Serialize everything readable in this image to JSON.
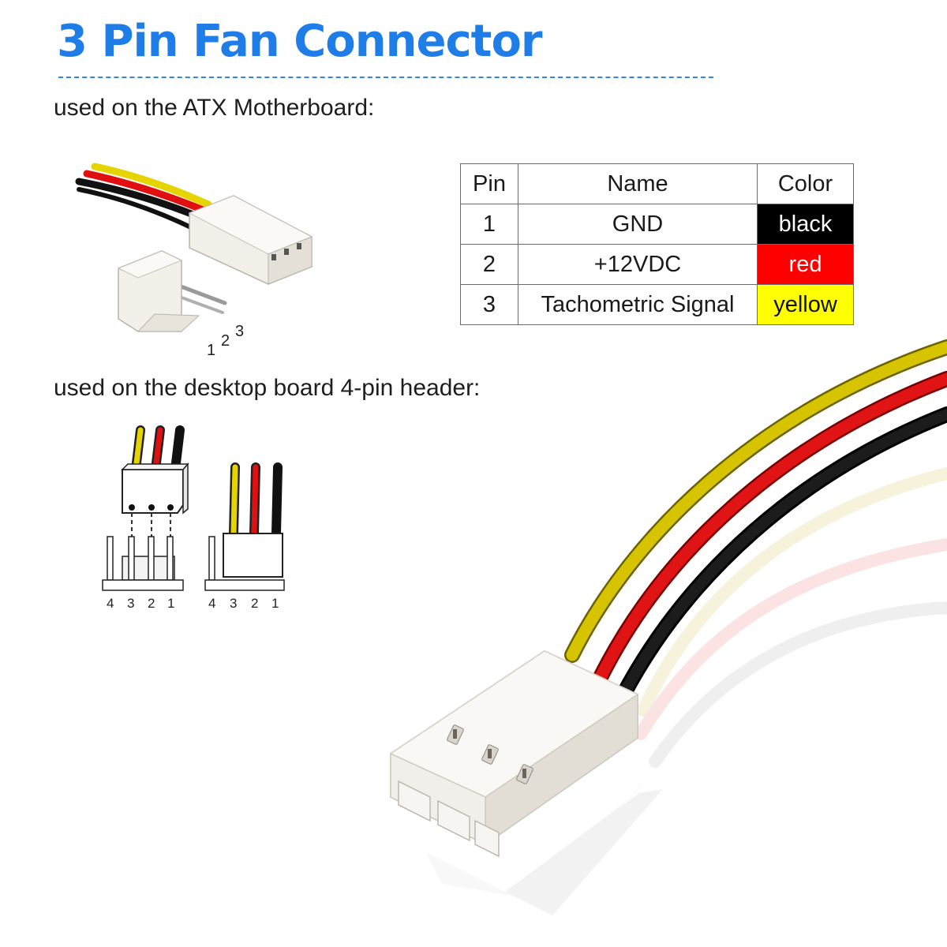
{
  "title": "3 Pin Fan Connector",
  "subhead_atx": "used on the ATX Motherboard:",
  "subhead_desktop": "used on the desktop board 4-pin header:",
  "table": {
    "headers": {
      "pin": "Pin",
      "name": "Name",
      "color": "Color"
    },
    "rows": [
      {
        "pin": "1",
        "name": "GND",
        "color": "black",
        "swatch": "#000000"
      },
      {
        "pin": "2",
        "name": "+12VDC",
        "color": "red",
        "swatch": "#ff0000"
      },
      {
        "pin": "3",
        "name": "Tachometric Signal",
        "color": "yellow",
        "swatch": "#ffff00"
      }
    ]
  },
  "atx_pin_labels": [
    "1",
    "2",
    "3"
  ],
  "header_pin_labels_left": [
    "4",
    "3",
    "2",
    "1"
  ],
  "header_pin_labels_right": [
    "4",
    "3",
    "2",
    "1"
  ],
  "colors": {
    "accent": "#1f7de8",
    "wire_black": "#111111",
    "wire_red": "#e01010",
    "wire_yellow": "#e6d400"
  }
}
